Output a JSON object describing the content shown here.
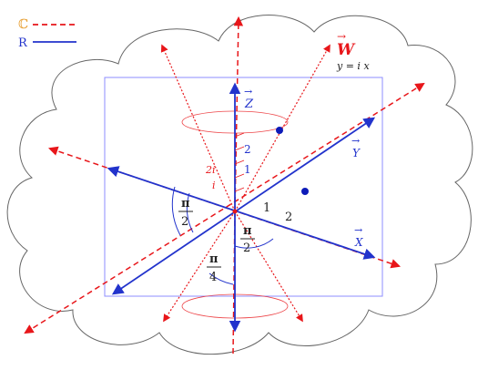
{
  "colors": {
    "real": "#2233cc",
    "complex": "#e8161a",
    "complex_legend_symbol": "#e8a238",
    "cloud_stroke": "#666666",
    "frame": "#8c8cff",
    "dot": "#0d1bb8",
    "text_dark": "#222222"
  },
  "legend": {
    "complex_symbol": "ℂ",
    "real_symbol": "R"
  },
  "axes": {
    "z_label": "Z",
    "y_label": "Y",
    "x_label": "X",
    "w_label": "W",
    "w_equation": "y = i x"
  },
  "z_ticks": {
    "real_one": "1",
    "real_two": "2",
    "imag_i": "i",
    "imag_2i": "2i"
  },
  "x_ticks": {
    "one": "1",
    "two": "2"
  },
  "angles": [
    {
      "num": "π",
      "den": "2"
    },
    {
      "num": "π",
      "den": "2"
    },
    {
      "num": "π",
      "den": "4"
    }
  ],
  "icons": {
    "vector_arrow": "→"
  }
}
